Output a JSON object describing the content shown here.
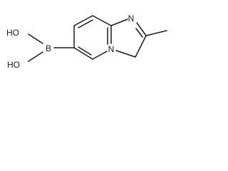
{
  "molecule": {
    "atoms": {
      "boron": "B",
      "hydroxyl_top": "HO",
      "hydroxyl_bottom": "HO",
      "imidazole_nitrogen": "N",
      "bridgehead_nitrogen": "N"
    }
  }
}
